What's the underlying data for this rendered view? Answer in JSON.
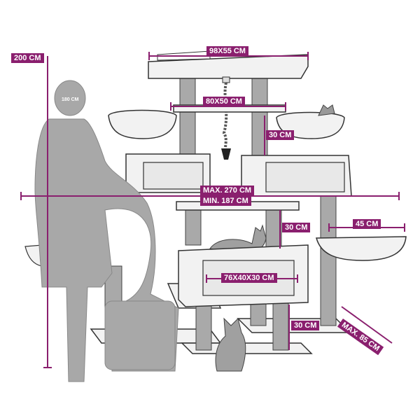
{
  "colors": {
    "accent": "#8a1f6e",
    "post": "#a9a9a9",
    "platform_fill": "#f2f2f2",
    "outline": "#333333",
    "silhouette": "#a8a8a8"
  },
  "labels": {
    "height_total": "200 CM",
    "person_height": "180 CM",
    "top_platform": "98X55 CM",
    "second_platform": "80X50 CM",
    "post_gap": "30 CM",
    "width_max": "MAX. 270 CM",
    "width_min": "MIN. 187 CM",
    "mid_post": "30 CM",
    "hammock": "45 CM",
    "cave": "76X40X30 CM",
    "bottom_post": "30 CM",
    "depth": "MAX. 85 CM"
  }
}
